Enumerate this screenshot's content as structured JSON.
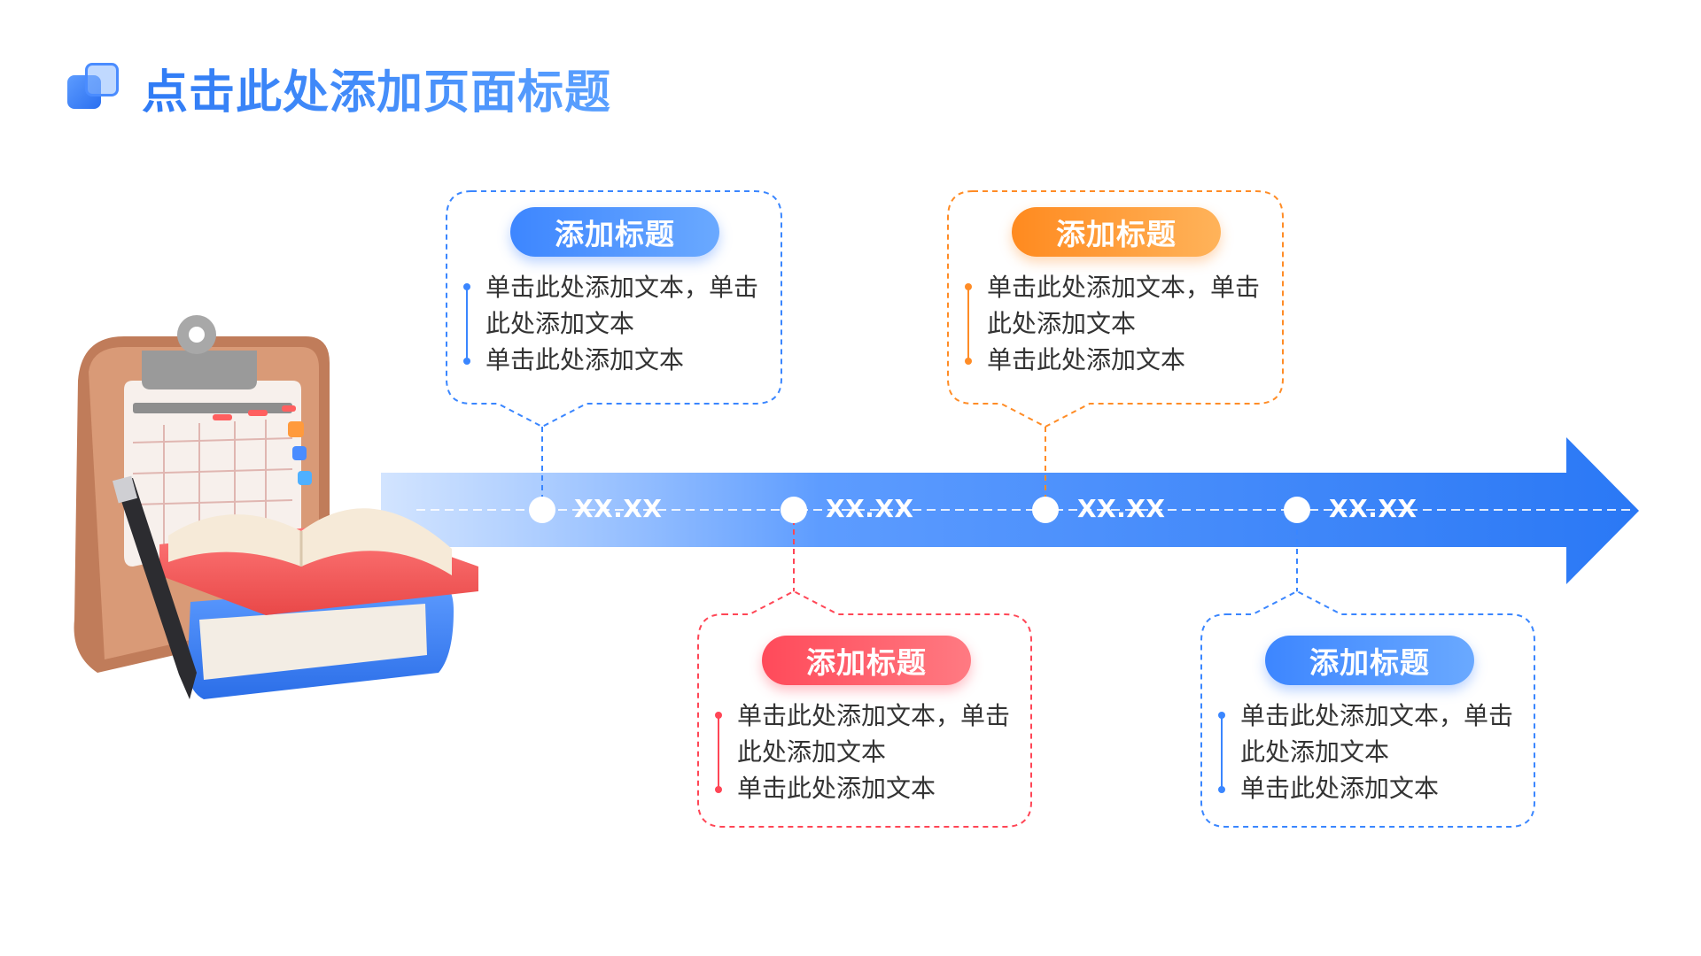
{
  "header": {
    "title": "点击此处添加页面标题"
  },
  "colors": {
    "blue": "#3a86ff",
    "orange": "#ff8c26",
    "red": "#ff4656",
    "arrow": "#2f7df7"
  },
  "milestones": [
    {
      "date": "XX.XX",
      "title": "添加标题",
      "text": "单击此处添加文本，单击此处添加文本\n单击此处添加文本",
      "color": "blue"
    },
    {
      "date": "XX.XX",
      "title": "添加标题",
      "text": "单击此处添加文本，单击此处添加文本\n单击此处添加文本",
      "color": "red"
    },
    {
      "date": "XX.XX",
      "title": "添加标题",
      "text": "单击此处添加文本，单击此处添加文本\n单击此处添加文本",
      "color": "orange"
    },
    {
      "date": "XX.XX",
      "title": "添加标题",
      "text": "单击此处添加文本，单击此处添加文本\n单击此处添加文本",
      "color": "blue"
    }
  ],
  "illustration": {
    "icon": "clipboard-calendar-books-icon"
  }
}
